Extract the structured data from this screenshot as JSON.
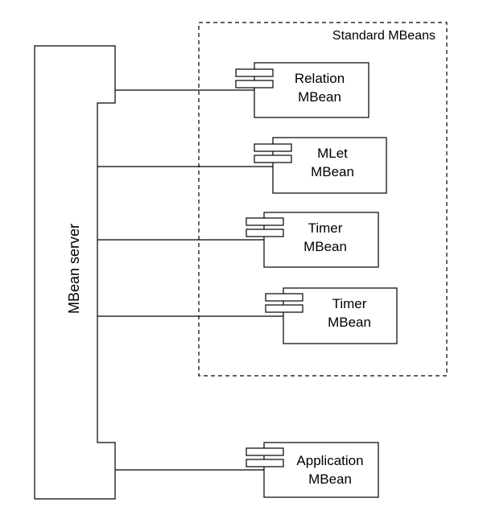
{
  "server": {
    "label": "MBean server"
  },
  "group": {
    "label": "Standard MBeans"
  },
  "components": [
    {
      "id": "relation",
      "line1": "Relation",
      "line2": "MBean"
    },
    {
      "id": "mlet",
      "line1": "MLet",
      "line2": "MBean"
    },
    {
      "id": "timer-1",
      "line1": "Timer",
      "line2": "MBean"
    },
    {
      "id": "timer-2",
      "line1": "Timer",
      "line2": "MBean"
    },
    {
      "id": "application",
      "line1": "Application",
      "line2": "MBean"
    }
  ]
}
